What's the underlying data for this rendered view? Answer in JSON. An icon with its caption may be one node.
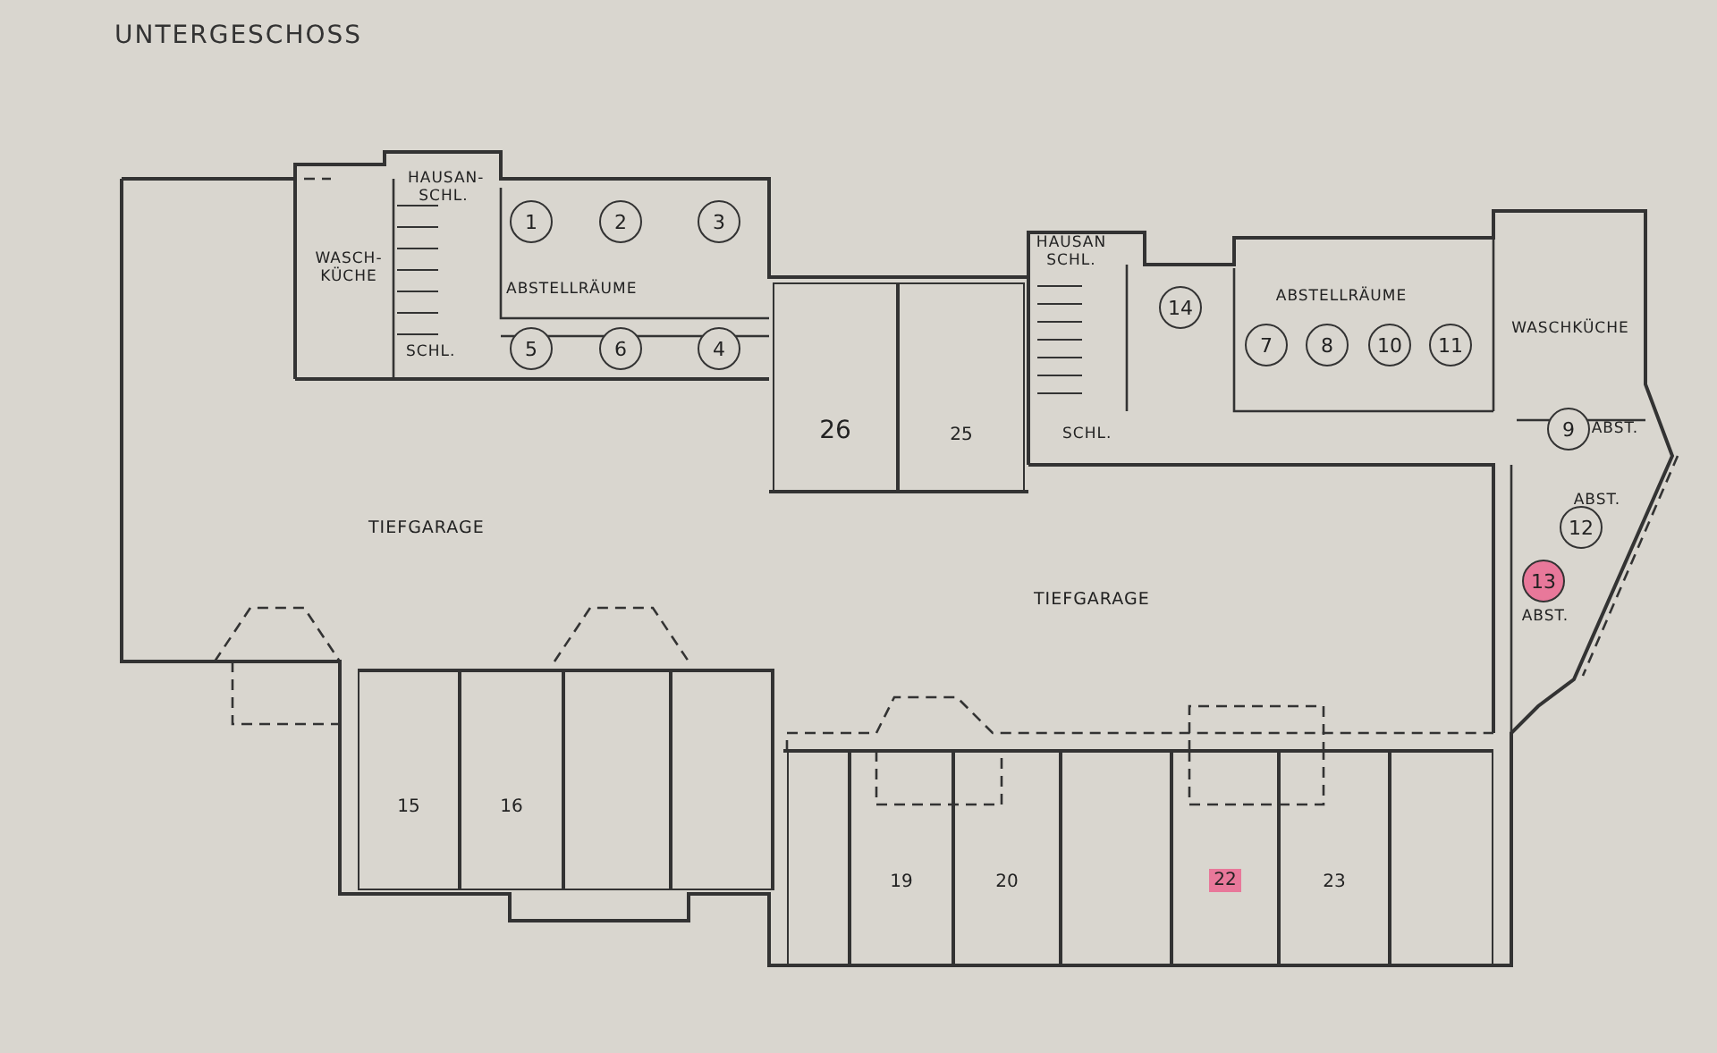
{
  "diagram": {
    "title": "UNTERGESCHOSS",
    "nodes": [
      {
        "text": [
          "1"
        ]
      },
      {
        "text": [
          "2"
        ]
      },
      {
        "text": [
          "3"
        ]
      },
      {
        "text": [
          "14"
        ]
      },
      {
        "text": [
          "7"
        ]
      },
      {
        "text": [
          "8"
        ]
      },
      {
        "text": [
          "10"
        ]
      },
      {
        "text": [
          "11"
        ]
      },
      {
        "text": [
          "5"
        ]
      },
      {
        "text": [
          "6"
        ]
      },
      {
        "text": [
          "4"
        ]
      },
      {
        "text": [
          "9"
        ]
      },
      {
        "text": [
          "12"
        ]
      },
      {
        "text": [
          "13"
        ]
      },
      {
        "text": [
          "26"
        ]
      },
      {
        "text": [
          "25"
        ]
      },
      {
        "text": [
          "15"
        ]
      },
      {
        "text": [
          "16"
        ]
      },
      {
        "text": [],
        "shape": "box"
      },
      {
        "text": [],
        "shape": "box"
      },
      {
        "text": [],
        "shape": "box"
      },
      {
        "text": [
          "19"
        ]
      },
      {
        "text": [
          "20"
        ]
      },
      {
        "text": [],
        "shape": "box"
      },
      {
        "text": [
          "22"
        ]
      },
      {
        "text": [
          "23"
        ]
      },
      {
        "text": [],
        "shape": "box"
      }
    ],
    "edges": [],
    "labels": [
      "HAUSAN- SCHL.",
      "HAUSAN SCHL.",
      "WASCH- KÜCHE",
      "ABSTELLRÄUME",
      "ABSTELLRÄUME",
      "WASCHKÜCHE",
      "SCHL.",
      "SCHL.",
      "ABST.",
      "ABST.",
      "TIEFGARAGE",
      "ABST.",
      "TIEFGARAGE"
    ]
  }
}
